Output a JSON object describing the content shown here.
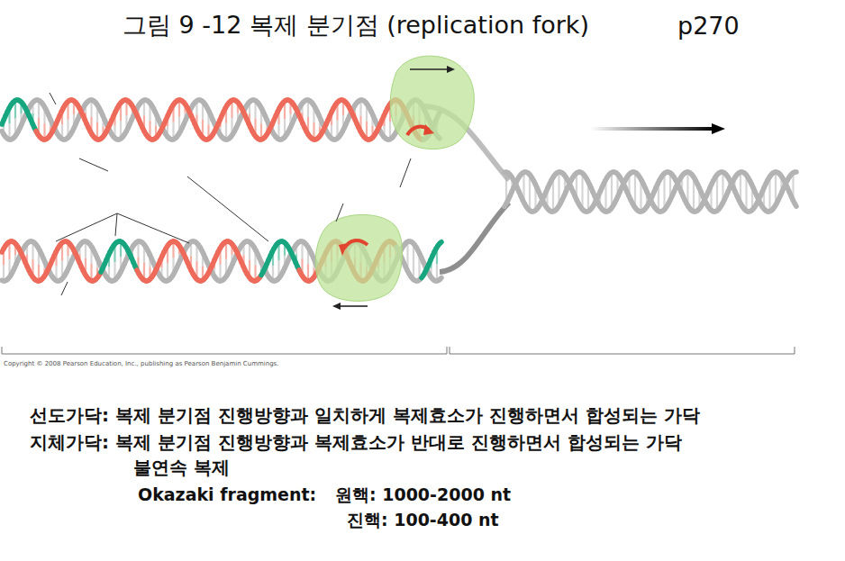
{
  "diagram": {
    "title": "그림 9 -12 복제 분기점 (replication fork)",
    "labels": [
      "p270",
      "Copyright © 2008 Pearson Education, Inc., publishing as Pearson Benjamin Cummings.",
      "선도가닥: 복제 분기점 진행방향과 일치하게 복제효소가 진행하면서 합성되는 가닥",
      "지체가닥: 복제 분기점 진행방향과 복제효소가 반대로 진행하면서 합성되는 가닥",
      "불연속 복제",
      "Okazaki fragment:",
      "원핵: 1000-2000 nt",
      "진핵: 100-400 nt"
    ]
  }
}
